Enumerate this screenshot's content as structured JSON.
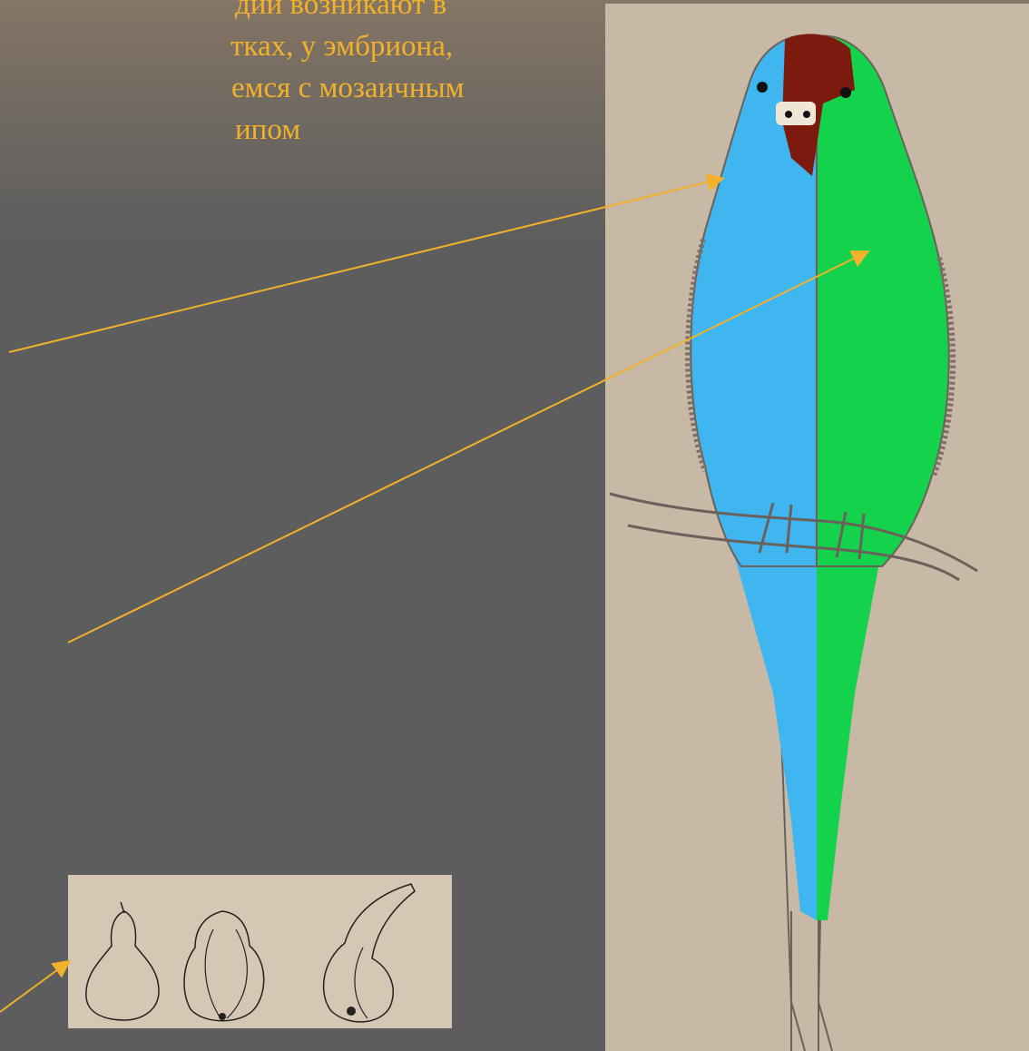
{
  "caption": {
    "lines": [
      "дии  возникают в",
      "тках, у эмбриона,",
      "емся с мозаичным",
      "ипом"
    ]
  },
  "illustrations": {
    "parrot": {
      "left_half_color": "#3fb6f0",
      "right_half_color": "#14d24c",
      "crown_color": "#7c1a0d",
      "background_color": "#c8b8a6"
    },
    "pear_outlines": {
      "count": 3,
      "background_color": "#d6c6b4"
    }
  },
  "arrow_color": "#f2b12a"
}
